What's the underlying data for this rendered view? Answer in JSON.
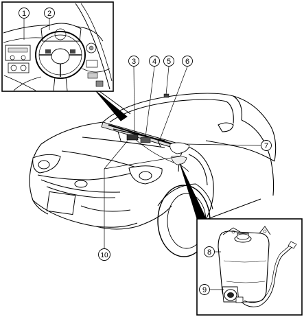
{
  "callouts": [
    {
      "id": "c1",
      "label": "1"
    },
    {
      "id": "c2",
      "label": "2"
    },
    {
      "id": "c3",
      "label": "3"
    },
    {
      "id": "c4",
      "label": "4"
    },
    {
      "id": "c5",
      "label": "5"
    },
    {
      "id": "c6",
      "label": "6"
    },
    {
      "id": "c7",
      "label": "7"
    },
    {
      "id": "c8",
      "label": "8"
    },
    {
      "id": "c9",
      "label": "9"
    },
    {
      "id": "c10",
      "label": "10"
    }
  ],
  "colors": {
    "line": "#000000",
    "background": "#ffffff",
    "shade": "#cfcfcf",
    "dark": "#1a1a1a"
  }
}
